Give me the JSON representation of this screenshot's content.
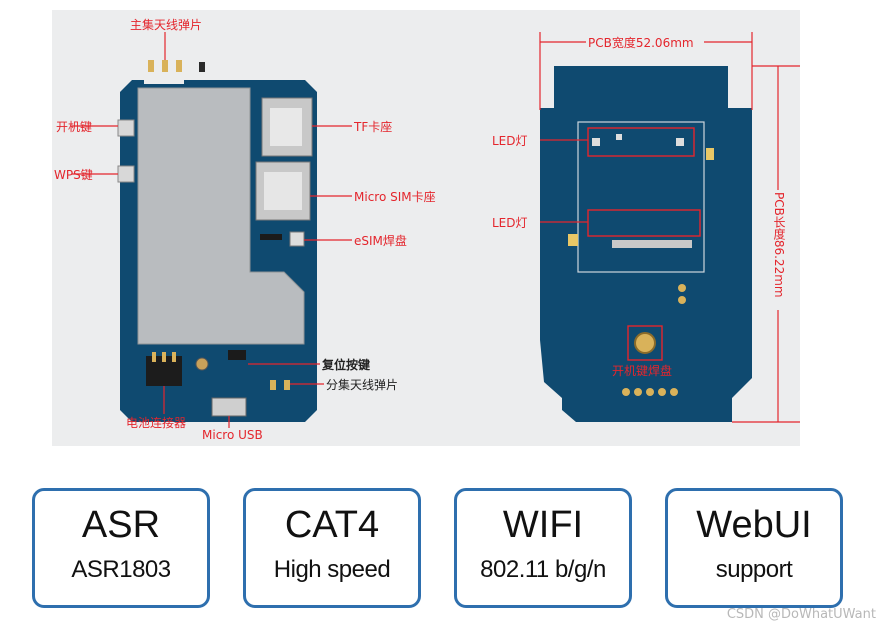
{
  "labels": {
    "main_antenna": "主集天线弹片",
    "power_key": "开机键",
    "wps_key": "WPS键",
    "tf_slot": "TF卡座",
    "sim_slot": "Micro SIM卡座",
    "esim_pad": "eSIM焊盘",
    "reset_key": "复位按键",
    "div_antenna": "分集天线弹片",
    "battery_connector": "电池连接器",
    "micro_usb": "Micro USB",
    "led_light_1": "LED灯",
    "led_light_2": "LED灯",
    "power_key_pad": "开机键焊盘",
    "pcb_width": "PCB宽度52.06mm",
    "pcb_length": "PCB长度86.22mm"
  },
  "cards": [
    {
      "title": "ASR",
      "subtitle": "ASR1803"
    },
    {
      "title": "CAT4",
      "subtitle": "High speed"
    },
    {
      "title": "WIFI",
      "subtitle": "802.11 b/g/n"
    },
    {
      "title": "WebUI",
      "subtitle": "support"
    }
  ],
  "watermark": "CSDN @DoWhatUWant",
  "colors": {
    "pcb_blue": "#0f4a70",
    "annotation_red": "#e4262d",
    "card_border": "#2e6fae",
    "shield_silver": "#b9bcbf"
  }
}
